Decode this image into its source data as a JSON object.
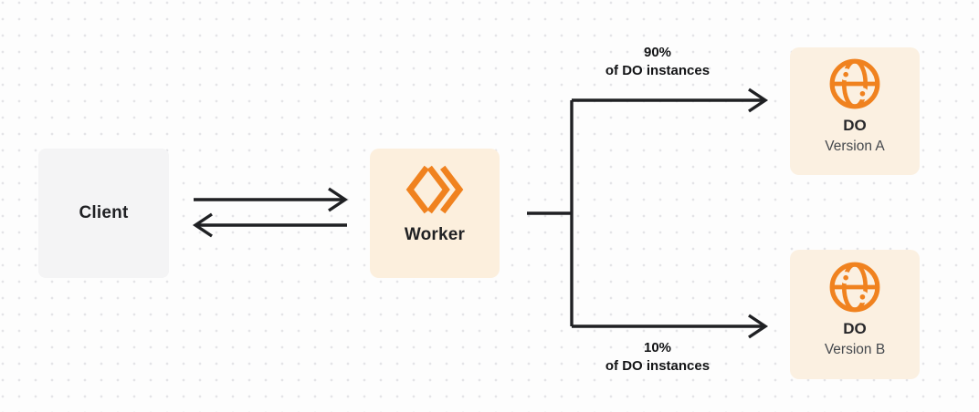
{
  "colors": {
    "background": "#fdfdfd",
    "dot_grid": "#e4e4e7",
    "client_box_fill": "#f4f4f5",
    "orange_box_fill": "#fcefdd",
    "brand_orange": "#f0821f",
    "connector_dark": "#1f2023",
    "subtitle_gray": "#44484d"
  },
  "nodes": {
    "client": {
      "label": "Client"
    },
    "worker": {
      "label": "Worker",
      "icon": "workers-chevrons-icon"
    },
    "do_version_a": {
      "title": "DO",
      "subtitle": "Version A",
      "icon": "globe-icon"
    },
    "do_version_b": {
      "title": "DO",
      "subtitle": "Version B",
      "icon": "globe-icon"
    }
  },
  "edges": {
    "top_branch_label": {
      "line1": "90%",
      "line2": "of DO instances"
    },
    "bottom_branch_label": {
      "line1": "10%",
      "line2": "of DO instances"
    }
  }
}
